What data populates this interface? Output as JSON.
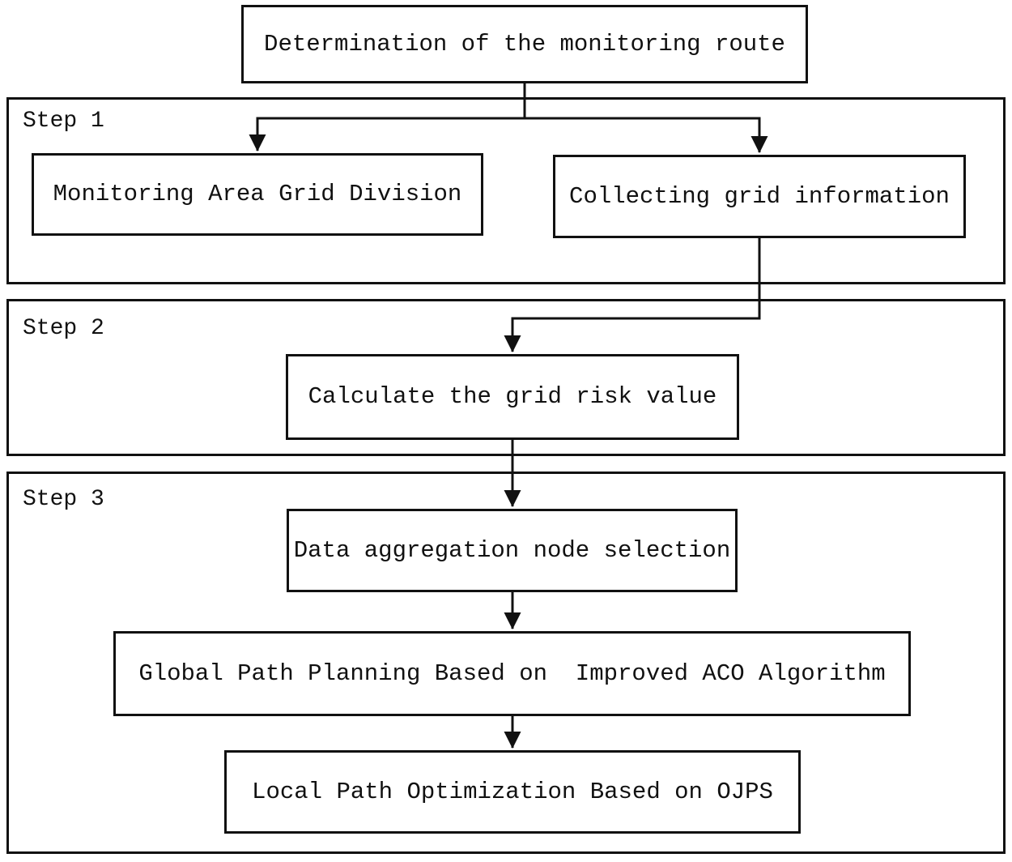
{
  "flowchart": {
    "root_node": {
      "label": "Determination of the monitoring route"
    },
    "steps": [
      {
        "label": "Step 1"
      },
      {
        "label": "Step 2"
      },
      {
        "label": "Step 3"
      }
    ],
    "nodes": [
      {
        "label": "Monitoring Area Grid Division",
        "step": "Step 1"
      },
      {
        "label": "Collecting grid information",
        "step": "Step 1"
      },
      {
        "label": "Calculate the grid risk value",
        "step": "Step 2"
      },
      {
        "label": "Data aggregation node selection",
        "step": "Step 3"
      },
      {
        "label": "Global Path Planning Based on  Improved ACO Algorithm",
        "step": "Step 3"
      },
      {
        "label": "Local Path Optimization Based on OJPS",
        "step": "Step 3"
      }
    ],
    "edges": [
      {
        "from": "Determination of the monitoring route",
        "to": "Monitoring Area Grid Division"
      },
      {
        "from": "Determination of the monitoring route",
        "to": "Collecting grid information"
      },
      {
        "from": "Collecting grid information",
        "to": "Calculate the grid risk value"
      },
      {
        "from": "Calculate the grid risk value",
        "to": "Data aggregation node selection"
      },
      {
        "from": "Data aggregation node selection",
        "to": "Global Path Planning Based on  Improved ACO Algorithm"
      },
      {
        "from": "Global Path Planning Based on  Improved ACO Algorithm",
        "to": "Local Path Optimization Based on OJPS"
      }
    ],
    "colors": {
      "line": "#111111",
      "text": "#111111",
      "background": "#ffffff"
    }
  }
}
